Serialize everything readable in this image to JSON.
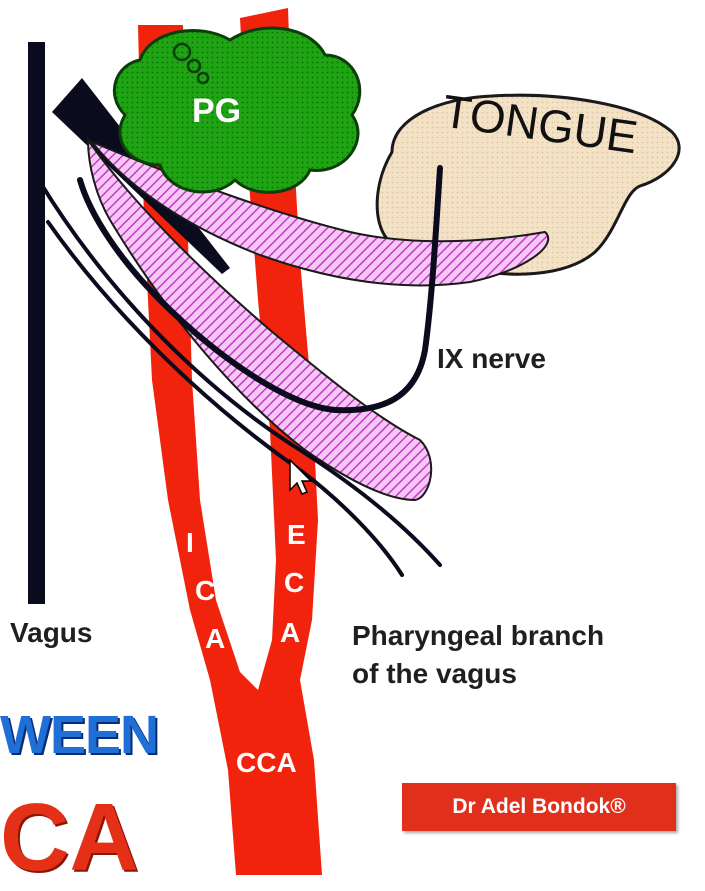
{
  "labels": {
    "pg": "PG",
    "tongue": "TONGUE",
    "ix_nerve": "IX nerve",
    "vagus": "Vagus",
    "pharyngeal_line1": "Pharyngeal branch",
    "pharyngeal_line2": "of the vagus",
    "ica_letters": [
      "I",
      "C",
      "A"
    ],
    "eca_letters": [
      "E",
      "C",
      "A"
    ],
    "cca": "CCA"
  },
  "credit": "Dr Adel Bondok®",
  "background_title_fragment": "WEEN",
  "background_subtitle_fragment": "CA",
  "colors": {
    "artery": "#f2230d",
    "gland": "#1fa514",
    "tongue": "#f2dfc2",
    "muscle_stripe": "#c23cc2",
    "muscle_bg": "#f7c8f7",
    "nerve": "#0b0b1e",
    "label_text": "#1f1f1f",
    "credit_bg": "#e0301c",
    "title_blue": "#1f6fd8",
    "title_red": "#e53018"
  },
  "icons": [
    "mouse-cursor-icon"
  ]
}
